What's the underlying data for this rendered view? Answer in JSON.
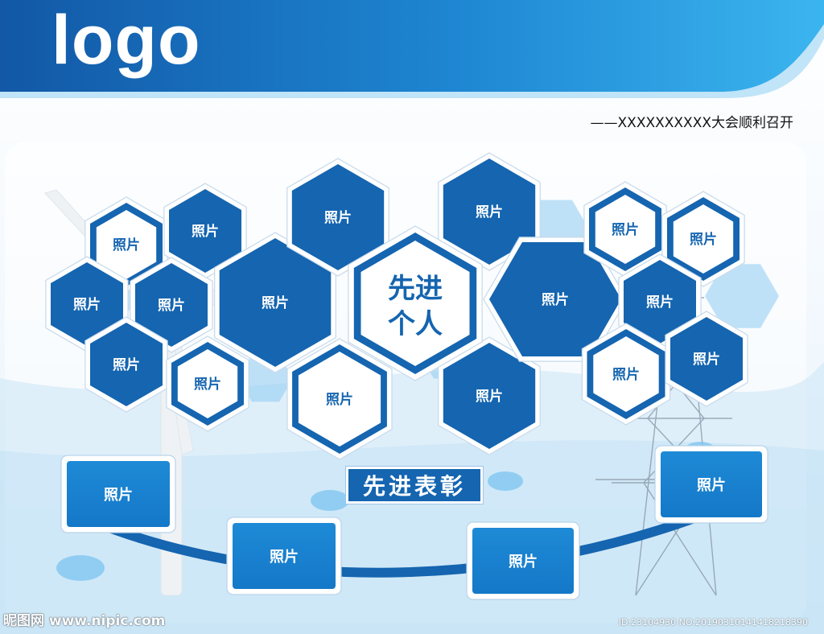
{
  "header": {
    "logo_text": "logo",
    "subtitle": "——XXXXXXXXXX大会顺利召开"
  },
  "photo_label": "照片",
  "center": {
    "line1": "先进",
    "line2": "个人"
  },
  "banner_title": "先进表彰",
  "watermark": {
    "site": "昵图网 www.nipic.com",
    "id": "ID:23104930 NO:20190310141418218390"
  },
  "colors": {
    "primary": "#1565b0",
    "accent": "#1e8ad6",
    "light": "#bfe0f7",
    "header_start": "#1258a6",
    "header_end": "#39b3ee"
  }
}
